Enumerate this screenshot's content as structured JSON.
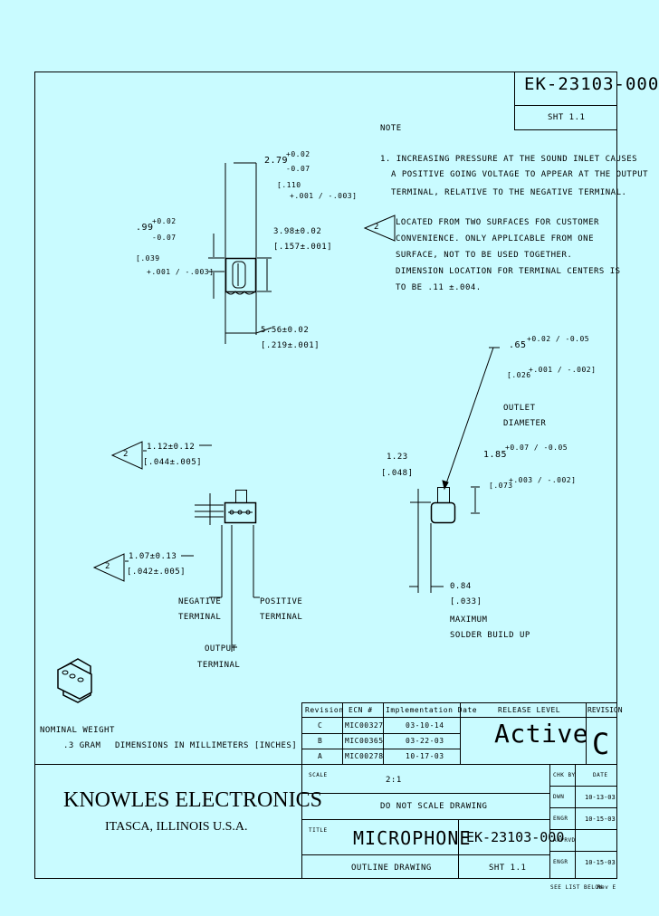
{
  "title_block": {
    "part_number": "EK-23103-000",
    "sheet": "SHT 1.1"
  },
  "notes": {
    "heading": "NOTE",
    "note1_lines": [
      "1. INCREASING PRESSURE AT THE SOUND INLET CAUSES",
      "A POSITIVE GOING VOLTAGE TO APPEAR AT THE OUTPUT",
      "TERMINAL, RELATIVE TO THE NEGATIVE TERMINAL."
    ],
    "note2_lines": [
      "LOCATED FROM TWO SURFACES FOR CUSTOMER",
      "CONVENIENCE. ONLY APPLICABLE FROM ONE",
      "SURFACE, NOT TO BE USED TOGETHER.",
      "DIMENSION LOCATION FOR TERMINAL CENTERS IS",
      "TO BE .11 ±.004."
    ],
    "flag_label": "2"
  },
  "dimensions": {
    "d_width_1": "2.79",
    "d_width_1_tol_plus": "+0.02",
    "d_width_1_tol_minus": "-0.07",
    "d_width_1_in": "[.110",
    "d_width_1_in_tol": "+.001 / -.003]",
    "d_height_1": ".99",
    "d_height_1_tol_plus": "+0.02",
    "d_height_1_tol_minus": "-0.07",
    "d_height_1_in": "[.039",
    "d_height_1_in_tol": "+.001 / -.003]",
    "d_depth_1": "3.98±0.02",
    "d_depth_1_in": "[.157±.001]",
    "d_len_1": "5.56±0.02",
    "d_len_1_in": "[.219±.001]",
    "d_port": ".65",
    "d_port_tol": "+0.02 / -0.05",
    "d_port_in": "[.026",
    "d_port_in_tol": "+.001 / -.002]",
    "d_port_label1": "OUTLET",
    "d_port_label2": "DIAMETER",
    "d_h2": "1.23",
    "d_h2_in": "[.048]",
    "d_h3": "1.85",
    "d_h3_tol": "+0.07 / -0.05",
    "d_h3_in": "[.073",
    "d_h3_in_tol": "+.003 / -.002]",
    "d_term1": "1.12±0.12",
    "d_term1_in": "[.044±.005]",
    "d_term2": "1.07±0.13",
    "d_term2_in": "[.042±.005]",
    "d_max": "0.84",
    "d_max_in": "[.033]",
    "d_max_label1": "MAXIMUM",
    "d_max_label2": "SOLDER BUILD UP"
  },
  "labels": {
    "neg_terminal": [
      "NEGATIVE",
      "TERMINAL"
    ],
    "pos_terminal": [
      "POSITIVE",
      "TERMINAL"
    ],
    "out_terminal": [
      "OUTPUT",
      "TERMINAL"
    ],
    "nominal_weight": [
      "NOMINAL WEIGHT",
      ".3 GRAM"
    ],
    "dimensions_note": "DIMENSIONS IN MILLIMETERS [INCHES]"
  },
  "revision_table": {
    "headers": [
      "Revision",
      "ECN #",
      "Implementation Date"
    ],
    "rows": [
      [
        "C",
        "MIC00327",
        "03-10-14"
      ],
      [
        "B",
        "MIC00365",
        "03-22-03"
      ],
      [
        "A",
        "MIC00278",
        "10-17-03"
      ]
    ],
    "release_level_header": "RELEASE LEVEL",
    "release_level_value": "Active",
    "revision_header": "REVISION",
    "revision_value": "C"
  },
  "company": {
    "name": "KNOWLES ELECTRONICS",
    "address": "ITASCA, ILLINOIS U.S.A."
  },
  "drawing_info": {
    "scale_label": "SCALE",
    "scale_value": "2:1",
    "do_not_scale": "DO NOT SCALE DRAWING",
    "title_label": "TITLE",
    "title_value": "MICROPHONE",
    "subtitle": "OUTLINE DRAWING",
    "part_number": "EK-23103-000",
    "sheet": "SHT 1.1",
    "footer_left": "SEE LIST BELOW",
    "footer_right": "Rev E"
  },
  "signoff": {
    "headers": [
      "CHK BY",
      "DATE"
    ],
    "rows": [
      [
        "DWN",
        "10-13-03"
      ],
      [
        "ENGR",
        "10-15-03"
      ],
      [
        "APPRVD",
        ""
      ],
      [
        "ENGR",
        "10-15-03"
      ]
    ]
  },
  "colors": {
    "background": "#c9fbff",
    "ink": "#000000"
  }
}
